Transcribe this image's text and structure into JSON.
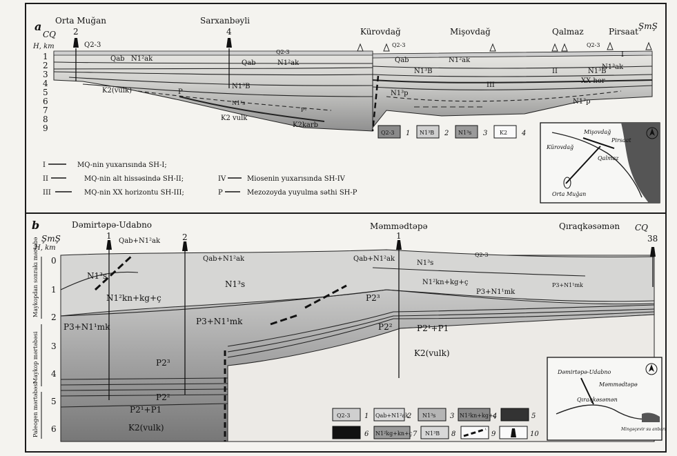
{
  "panel_a": {
    "letter": "a",
    "left_profile_code": "CQ",
    "right_profile_code": "ŞmŞ",
    "depth_axis_label": "H, km",
    "depth_ticks": [
      "1",
      "2",
      "3",
      "4",
      "5",
      "6",
      "7",
      "8",
      "9"
    ],
    "place_names": [
      {
        "name": "Orta Muğan",
        "well": "2"
      },
      {
        "name": "Sarxanbəyli",
        "well": "4"
      },
      {
        "name": "Kürovdağ",
        "well": ""
      },
      {
        "name": "Mişovdağ",
        "well": ""
      },
      {
        "name": "Qalmaz",
        "well": ""
      },
      {
        "name": "Pirsaat",
        "well": ""
      }
    ],
    "section_labels": [
      "Q2-3",
      "Qab",
      "N1²ak",
      "Q2-3",
      "Qab",
      "N1²ak",
      "K2(vulk)",
      "N1³B",
      "P",
      "N1³s",
      "P¹",
      "K2 vulk",
      "K2karb",
      "Q2-3",
      "Qab",
      "N1²ak",
      "N1³B",
      "N1³p",
      "II",
      "III",
      "Q2-3",
      "N1³ak",
      "N1³B",
      "XX hor",
      "N1³p",
      "I"
    ],
    "legend": [
      {
        "code": "Q2-3",
        "num": "1"
      },
      {
        "code": "N1³B",
        "num": "2"
      },
      {
        "code": "N1³s",
        "num": "3"
      },
      {
        "code": "K2",
        "num": "4"
      }
    ],
    "horizon_key": [
      {
        "roman": "I",
        "text": "MQ-nin yuxarısında SH-I;"
      },
      {
        "roman": "II",
        "text": "MQ-nin alt hissəsində SH-II;"
      },
      {
        "roman": "III",
        "text": "MQ-nin XX horizontu SH-III;"
      },
      {
        "roman": "IV",
        "text": "Miosenin yuxarısında SH-IV"
      },
      {
        "roman": "P",
        "text": "Mezozoyda yuyulma səthi SH-P"
      }
    ],
    "map_labels": [
      "Mişovdağ",
      "Pirsaat",
      "Kürovdağ",
      "Qalmaz",
      "Orta Muğan"
    ]
  },
  "panel_b": {
    "letter": "b",
    "left_profile_code": "ŞmŞ",
    "right_profile_code": "CQ",
    "depth_axis_label": "H, km",
    "depth_ticks": [
      "0",
      "1",
      "2",
      "3",
      "4",
      "5",
      "6"
    ],
    "place_names": [
      {
        "name": "Dəmirtəpə-Udabno",
        "well": "1"
      },
      {
        "name": "",
        "well": "2"
      },
      {
        "name": "Məmmədtəpə",
        "well": "1"
      },
      {
        "name": "Qıraqkəsəmən",
        "well": "38"
      }
    ],
    "complex_labels": [
      "Maykopdan sonrakı mərtəbə",
      "Maykop mərtəbəsi",
      "Paleogen mərtəbəsi"
    ],
    "section_labels": [
      "Qab+N1²ak",
      "Qab+N1²ak",
      "Qab+N1²ak",
      "Q2-3",
      "N1³s",
      "N1³s",
      "N1³s",
      "N1²kn+kg+ç",
      "N1²kn+kg+ç",
      "P2³",
      "P3+N1¹mk",
      "P3+N1¹mk",
      "P3+N1¹mk",
      "P3+N1¹mk",
      "P2²",
      "P2¹+P1",
      "P2³",
      "P2²",
      "P2¹+P1",
      "K2(vulk)",
      "K2(vulk)"
    ],
    "legend": [
      {
        "code": "Q2-3",
        "num": "1"
      },
      {
        "code": "Qab+N1²ak",
        "num": "2"
      },
      {
        "code": "N1³s",
        "num": "3"
      },
      {
        "code": "N1²kn+kg+ç",
        "num": "4"
      },
      {
        "code": "",
        "num": "5"
      },
      {
        "code": "",
        "num": "6"
      },
      {
        "code": "N1²kg+kn+ç",
        "num": "7"
      },
      {
        "code": "N1³B",
        "num": "8"
      },
      {
        "code": "",
        "num": "9"
      },
      {
        "code": "",
        "num": "10"
      }
    ],
    "map_labels": [
      "Dəmirtəpə-Udabno",
      "Məmmədtəpə",
      "Qıraqkəsəmən",
      "Mingəçevir su anbarı"
    ]
  },
  "colors": {
    "frame": "#1a1a1a",
    "paper": "#f4f3ef",
    "light_layer": "#e4e3df",
    "mid_layer": "#c8c8c8",
    "dark_layer": "#9a9a9a",
    "darkest": "#5a5a5a"
  }
}
